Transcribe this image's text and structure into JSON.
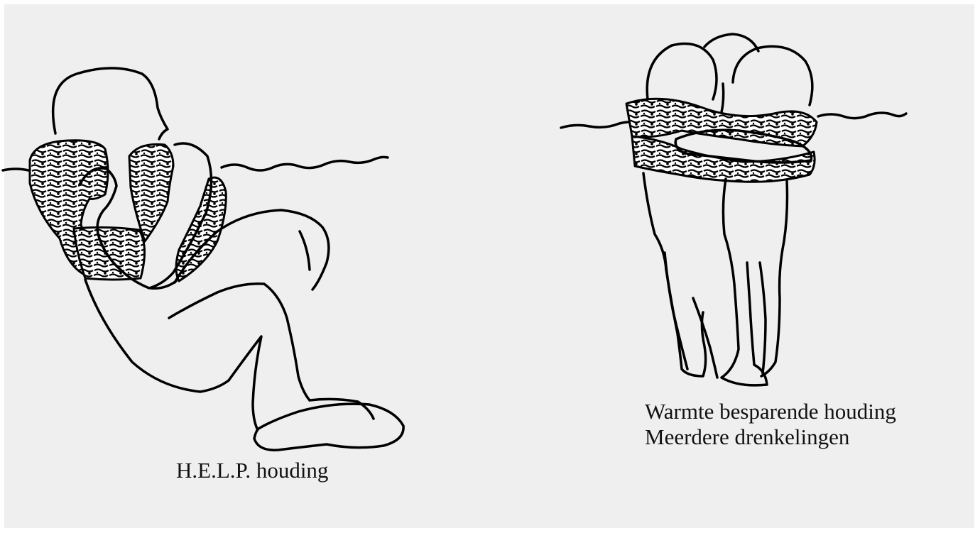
{
  "figures": [
    {
      "id": "help",
      "captions": [
        "H.E.L.P. houding"
      ],
      "icon": "single-person-help-posture-drawing"
    },
    {
      "id": "group",
      "captions": [
        "Warmte besparende houding",
        "Meerdere drenkelingen"
      ],
      "icon": "group-huddle-drawing"
    }
  ],
  "colors": {
    "background": "#efefef",
    "page_border": "#ffffff",
    "ink": "#000000"
  }
}
